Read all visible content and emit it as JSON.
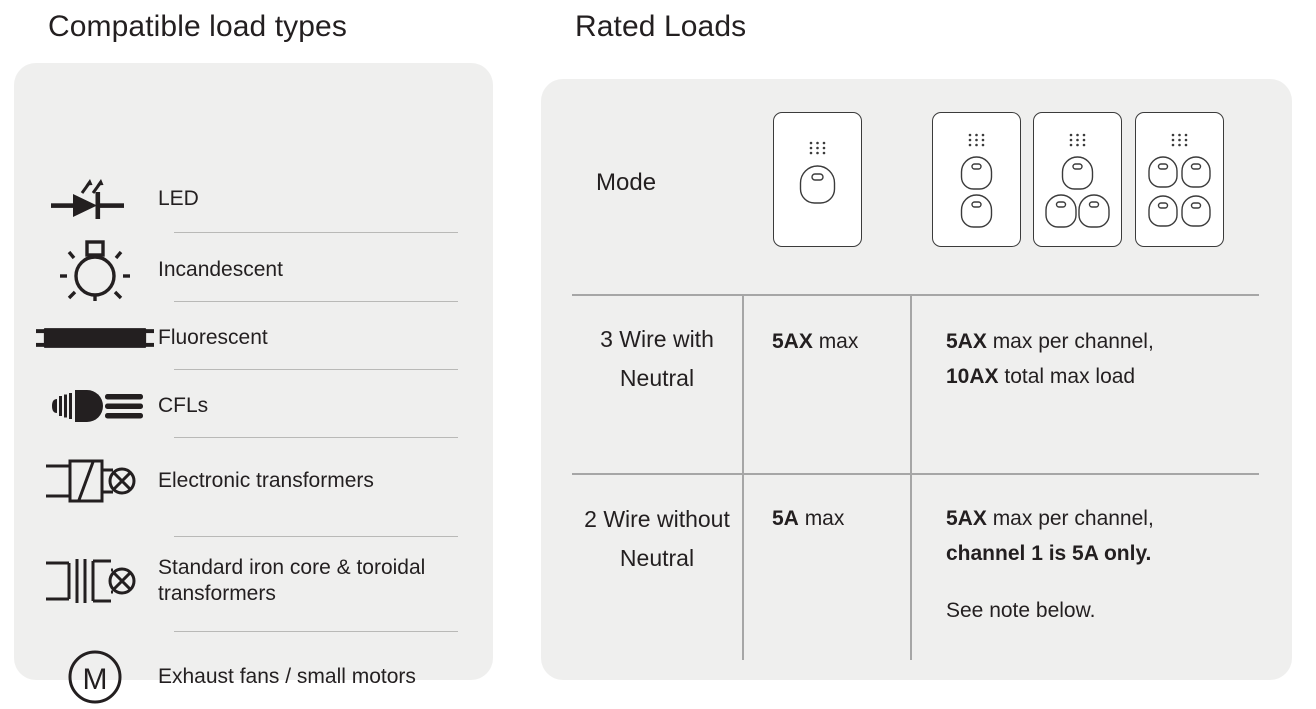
{
  "sections": {
    "left_title": "Compatible load types",
    "right_title": "Rated Loads"
  },
  "colors": {
    "panel_background": "#efefee",
    "page_background": "#ffffff",
    "text": "#231f20",
    "rule": "#a6a6a6",
    "separator": "#b9b9b7",
    "plate_outline": "#3b3b3b"
  },
  "load_types": [
    {
      "icon": "led-diode-icon",
      "label": "LED"
    },
    {
      "icon": "incandescent-bulb-icon",
      "label": "Incandescent"
    },
    {
      "icon": "fluorescent-tube-icon",
      "label": "Fluorescent"
    },
    {
      "icon": "cfl-lamp-icon",
      "label": "CFLs"
    },
    {
      "icon": "electronic-transformer-icon",
      "label": "Electronic transformers"
    },
    {
      "icon": "iron-core-transformer-icon",
      "label": "Standard iron core & toroidal transformers"
    },
    {
      "icon": "motor-icon",
      "label": "Exhaust fans / small motors"
    }
  ],
  "rated_loads": {
    "mode_label": "Mode",
    "switches": [
      {
        "name": "switch-plate-1-gang",
        "buttons": 1
      },
      {
        "name": "switch-plate-2-gang",
        "buttons": 2
      },
      {
        "name": "switch-plate-3-gang",
        "buttons": 3
      },
      {
        "name": "switch-plate-4-gang",
        "buttons": 4
      }
    ],
    "rows": [
      {
        "mode": "3 Wire with Neutral",
        "single_channel": {
          "bold": "5AX",
          "rest": " max"
        },
        "multi_channel": {
          "line1_bold": "5AX",
          "line1_rest": " max per channel,",
          "line2_bold": "10AX",
          "line2_rest": " total max load",
          "note": ""
        }
      },
      {
        "mode": "2 Wire without Neutral",
        "single_channel": {
          "bold": "5A",
          "rest": " max"
        },
        "multi_channel": {
          "line1_bold": "5AX",
          "line1_rest": " max per channel,",
          "line2_bold": "channel 1 is 5A only.",
          "line2_rest": "",
          "note": "See note below."
        }
      }
    ]
  }
}
